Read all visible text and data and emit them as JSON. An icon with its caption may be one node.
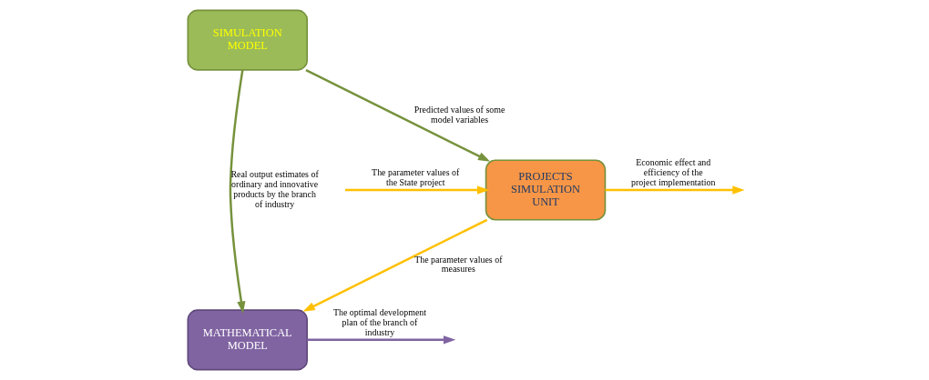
{
  "diagram": {
    "nodes": [
      {
        "text": [
          "SIMULATION MODEL"
        ]
      },
      {
        "text": [
          "MATHEMATICAL MODEL"
        ]
      },
      {
        "text": [
          "PROJECTS SIMULATION UNIT"
        ]
      }
    ],
    "edges": [
      {
        "from": 0,
        "to": 1,
        "arrow": "to",
        "label": "Real output estimates of ordinary and innovative products by the branch of industry",
        "color": "#76923c"
      },
      {
        "from": 1,
        "to": null,
        "arrow": "to",
        "label": "The optimal development plan of the branch of industry",
        "color": "#8064a2"
      },
      {
        "from": 0,
        "to": 2,
        "arrow": "to",
        "label": "Predicted values of some model variables",
        "color": "#76923c"
      },
      {
        "from": null,
        "to": 2,
        "arrow": "to",
        "label": "The parameter values of the State project"
      },
      {
        "from": 2,
        "to": 1,
        "arrow": "to",
        "label": "The parameter values of measures"
      },
      {
        "from": 2,
        "to": null,
        "arrow": "to",
        "label": "Economic effect and efficiency of the project implementation"
      }
    ]
  }
}
